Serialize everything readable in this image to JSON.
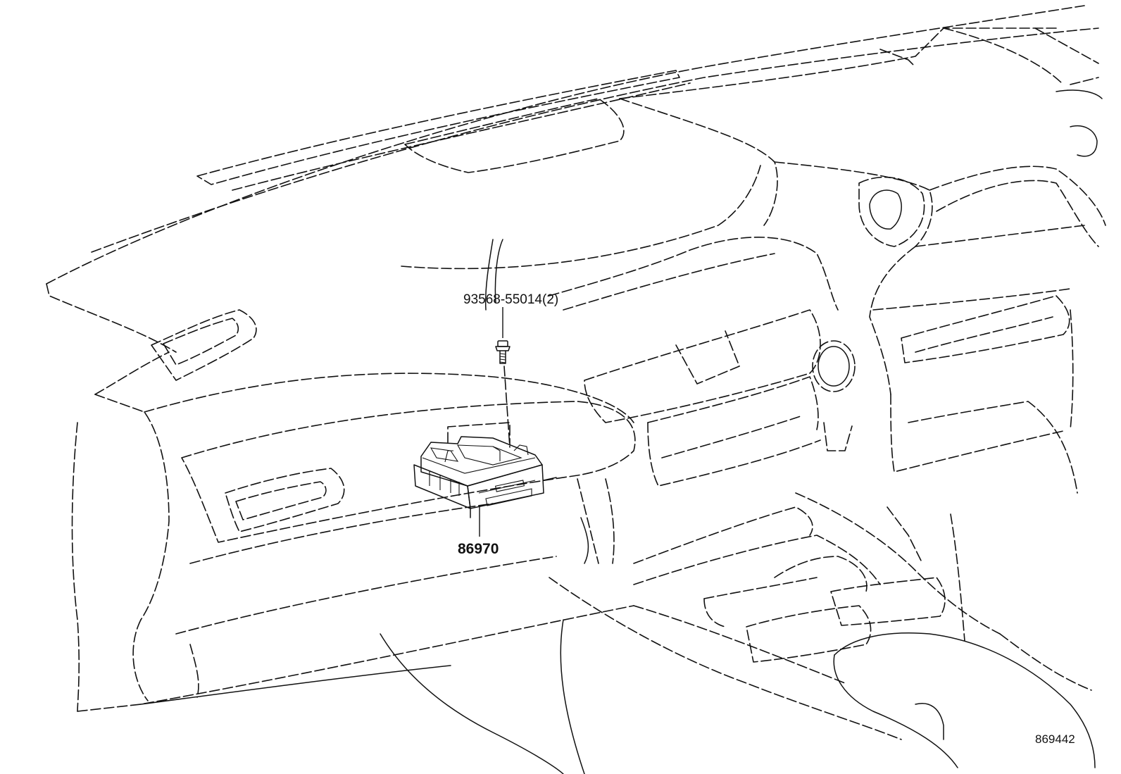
{
  "callouts": {
    "bolt": {
      "label": "93568-55014(2)"
    },
    "module": {
      "label": "86970"
    }
  },
  "illustration_id": "869442",
  "colors": {
    "line": "#111111",
    "background": "#ffffff"
  }
}
